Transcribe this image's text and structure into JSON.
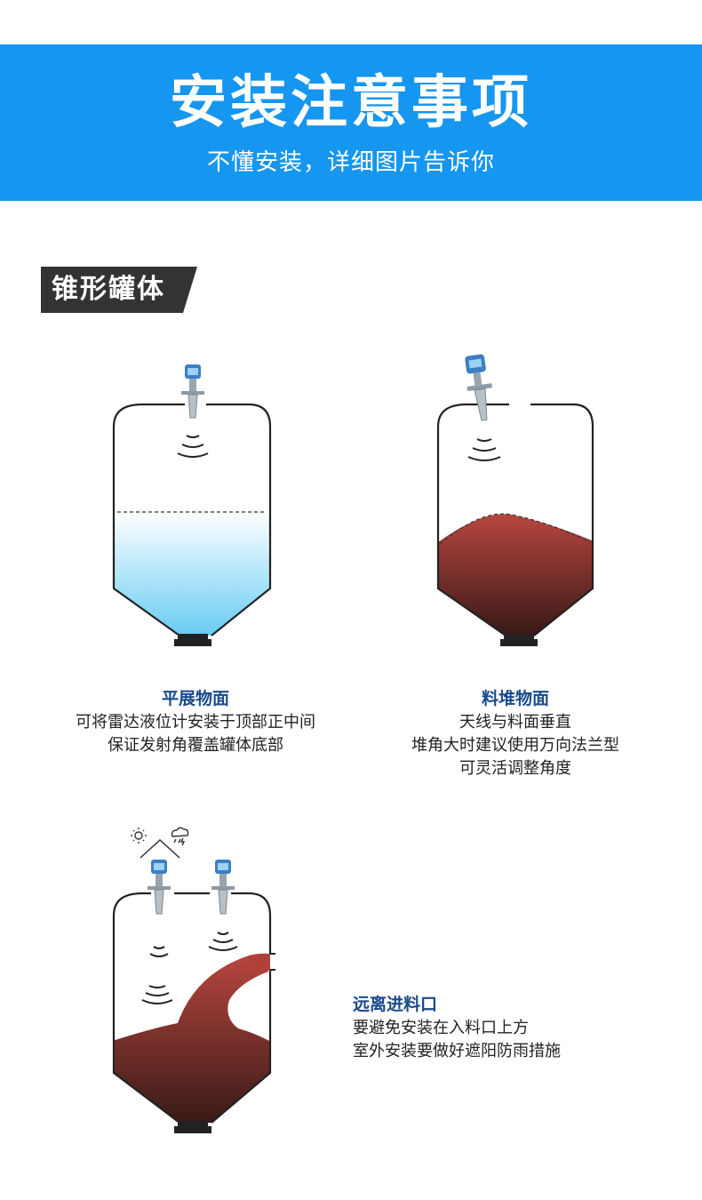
{
  "header": {
    "title": "安装注意事项",
    "subtitle": "不懂安装，详细图片告诉你"
  },
  "section": {
    "label": "锥形罐体"
  },
  "cases": [
    {
      "title": "平展物面",
      "lines": [
        "可将雷达液位计安装于顶部正中间",
        "保证发射角覆盖罐体底部"
      ]
    },
    {
      "title": "料堆物面",
      "lines": [
        "天线与料面垂直",
        "堆角大时建议使用万向法兰型",
        "可灵活调整角度"
      ]
    },
    {
      "title": "远离进料口",
      "lines": [
        "要避免安装在入料口上方",
        "室外安装要做好遮阳防雨措施"
      ]
    }
  ],
  "icons": [
    "sun-icon",
    "rain-cloud-icon",
    "shelter-roof-icon",
    "radar-level-meter-icon"
  ],
  "colors": {
    "banner": "#1596f0",
    "tag": "#333333",
    "liquid": "#5cc8f2",
    "material": "#9e3a34",
    "caption_title": "#1a4a8a"
  }
}
